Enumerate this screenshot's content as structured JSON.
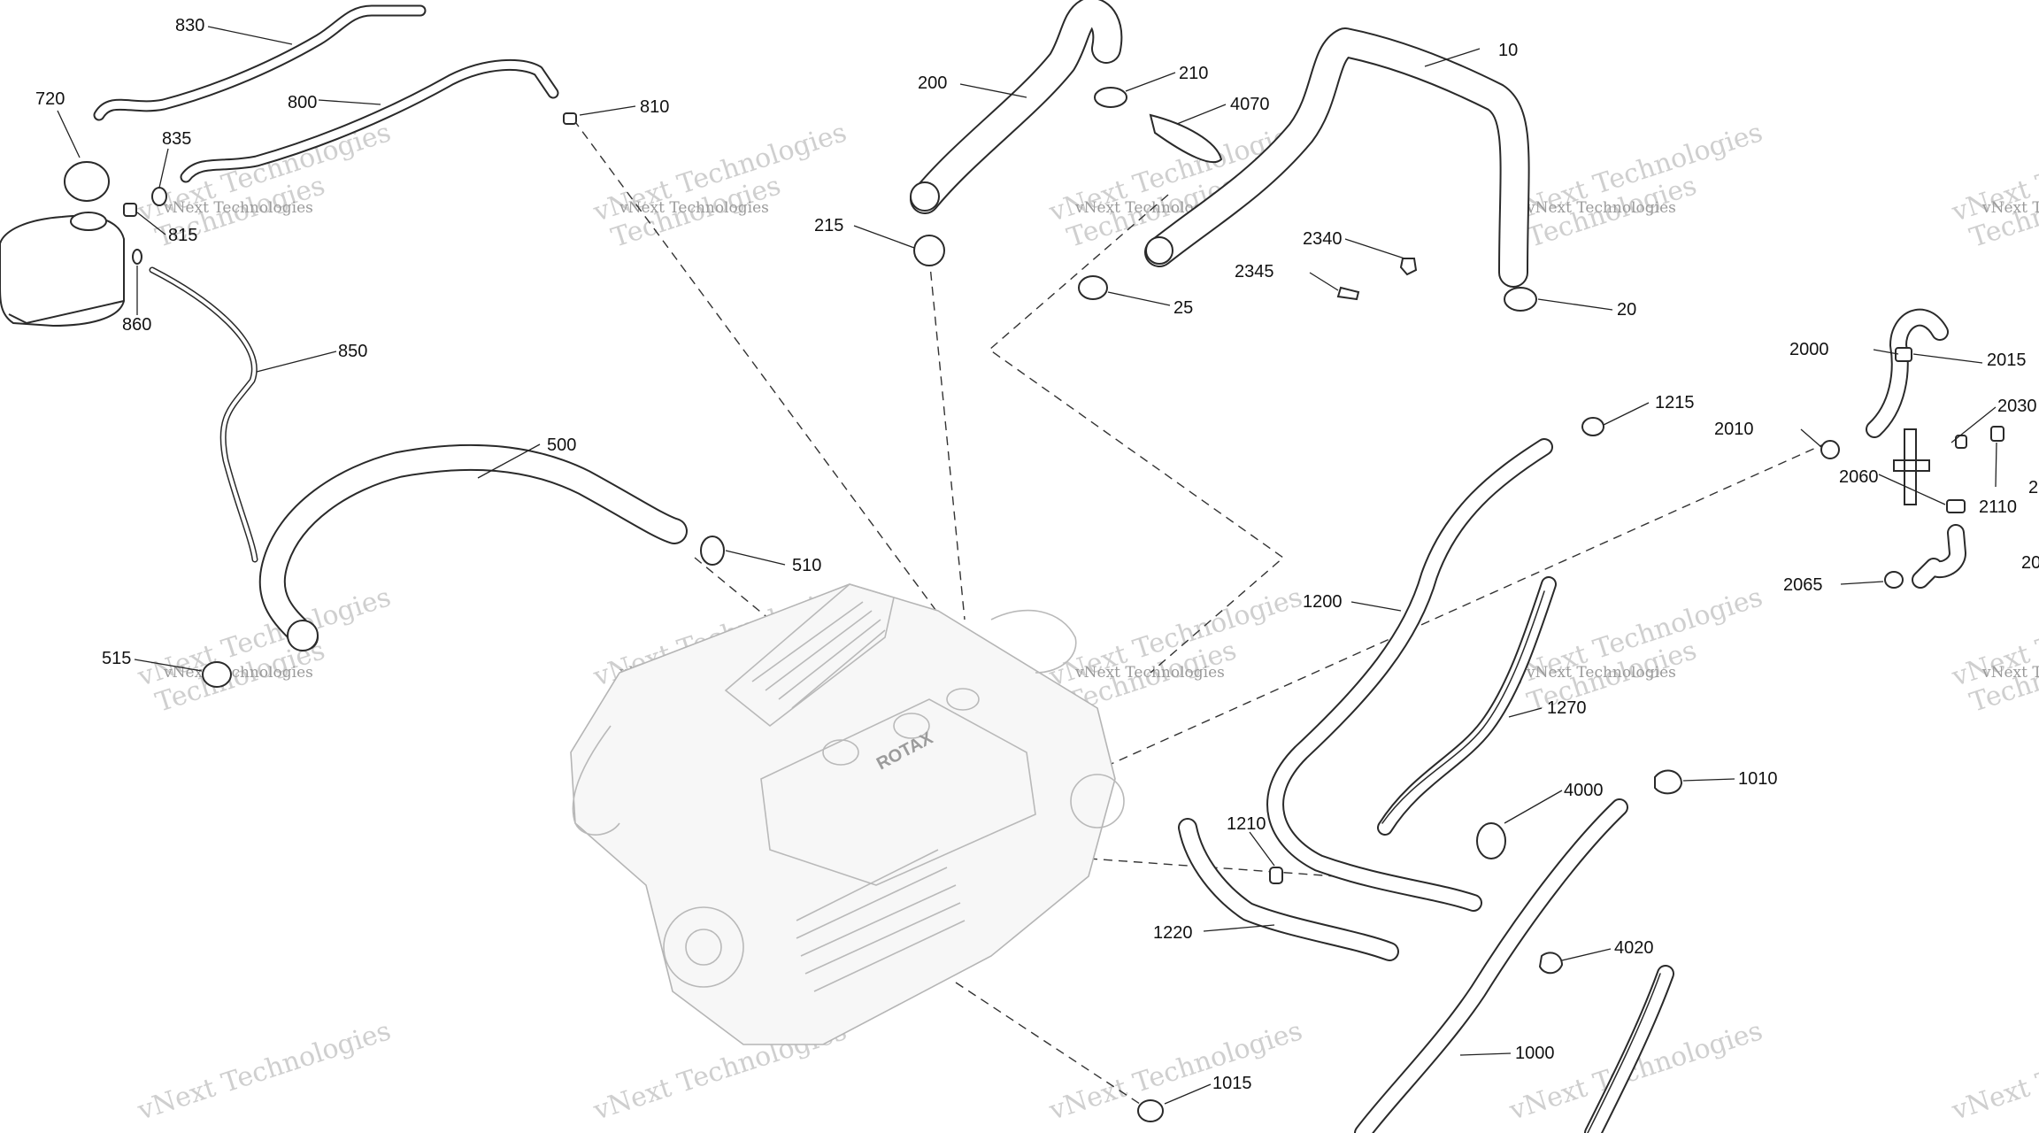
{
  "diagram": {
    "watermark": {
      "line1": "vNext Technologies",
      "line2": "Technologies"
    },
    "engine_brand": "ROTAX",
    "callouts": [
      {
        "id": "c-830",
        "label": "830"
      },
      {
        "id": "c-720",
        "label": "720"
      },
      {
        "id": "c-800",
        "label": "800"
      },
      {
        "id": "c-810",
        "label": "810"
      },
      {
        "id": "c-835",
        "label": "835"
      },
      {
        "id": "c-815",
        "label": "815"
      },
      {
        "id": "c-860",
        "label": "860"
      },
      {
        "id": "c-850",
        "label": "850"
      },
      {
        "id": "c-500",
        "label": "500"
      },
      {
        "id": "c-510",
        "label": "510"
      },
      {
        "id": "c-515",
        "label": "515"
      },
      {
        "id": "c-200",
        "label": "200"
      },
      {
        "id": "c-210",
        "label": "210"
      },
      {
        "id": "c-4070",
        "label": "4070"
      },
      {
        "id": "c-215",
        "label": "215"
      },
      {
        "id": "c-10",
        "label": "10"
      },
      {
        "id": "c-25",
        "label": "25"
      },
      {
        "id": "c-2340",
        "label": "2340"
      },
      {
        "id": "c-2345",
        "label": "2345"
      },
      {
        "id": "c-20",
        "label": "20"
      },
      {
        "id": "c-2000",
        "label": "2000"
      },
      {
        "id": "c-2015",
        "label": "2015"
      },
      {
        "id": "c-2030",
        "label": "2030"
      },
      {
        "id": "c-2010",
        "label": "2010"
      },
      {
        "id": "c-2110",
        "label": "2110"
      },
      {
        "id": "c-2060",
        "label": "2060"
      },
      {
        "id": "c-2065",
        "label": "2065"
      },
      {
        "id": "c-2-edge",
        "label": "2"
      },
      {
        "id": "c-20-edge",
        "label": "20"
      },
      {
        "id": "c-1215",
        "label": "1215"
      },
      {
        "id": "c-1200",
        "label": "1200"
      },
      {
        "id": "c-1270",
        "label": "1270"
      },
      {
        "id": "c-1010",
        "label": "1010"
      },
      {
        "id": "c-4000",
        "label": "4000"
      },
      {
        "id": "c-1210",
        "label": "1210"
      },
      {
        "id": "c-1220",
        "label": "1220"
      },
      {
        "id": "c-4020",
        "label": "4020"
      },
      {
        "id": "c-1000",
        "label": "1000"
      },
      {
        "id": "c-1015",
        "label": "1015"
      }
    ]
  }
}
